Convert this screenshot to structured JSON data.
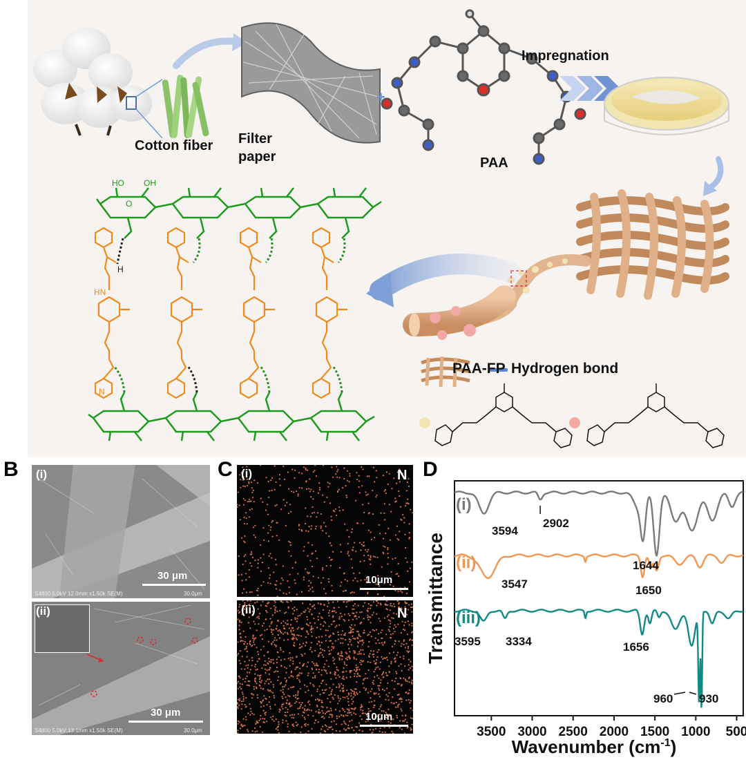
{
  "panelA": {
    "labels": {
      "cotton_fiber": "Cotton fiber",
      "filter_paper_1": "Filter",
      "filter_paper_2": "paper",
      "paa": "PAA",
      "impregnation": "Impregnation",
      "plus": "+"
    },
    "legend": {
      "paa_fp": "PAA-FP",
      "hbond": "Hydrogen bond"
    },
    "colors": {
      "cellulose": "#1e9a1e",
      "paa": "#f08a1c",
      "hbond": "#2a8a2a",
      "fiber": "#e2b08a",
      "arrow": "#8fb0dc"
    },
    "chem_labels": {
      "HO": "HO",
      "OH": "OH",
      "O": "O",
      "H": "H",
      "HN": "HN",
      "N": "N"
    }
  },
  "panelB": {
    "letter": "B",
    "sub_i": "(i)",
    "sub_ii": "(ii)",
    "scale_i": "30 μm",
    "scale_ii": "30 μm",
    "meta_i": "S4800 5.0kV 12.0mm x1.50k SE(M)",
    "meta_ii": "S4800 5.0kV 13.1mm x1.50k SE(M)",
    "meta_scale_i": "30.0μm",
    "meta_scale_ii": "30.0μm"
  },
  "panelC": {
    "letter": "C",
    "sub_i": "(i)",
    "sub_ii": "(ii)",
    "element_i": "N",
    "element_ii": "N",
    "scale_i": "10μm",
    "scale_ii": "10μm",
    "dot_color": "#d9734a"
  },
  "panelD": {
    "letter": "D",
    "ylabel": "Transmittance",
    "xlabel_main": "Wavenumber (cm",
    "xlabel_exp": "-1",
    "xlabel_end": ")",
    "xticks": [
      3500,
      3000,
      2500,
      2000,
      1500,
      1000,
      500
    ],
    "traces": [
      {
        "label": "(i)",
        "color": "#7a7a7a",
        "peaks": [
          {
            "text": "3594",
            "x": 3594
          },
          {
            "text": "2902",
            "x": 2902
          },
          {
            "text": "1644",
            "x": 1644
          }
        ]
      },
      {
        "label": "(ii)",
        "color": "#f29654",
        "peaks": [
          {
            "text": "3547",
            "x": 3547
          },
          {
            "text": "1650",
            "x": 1650
          }
        ]
      },
      {
        "label": "(iii)",
        "color": "#128a86",
        "peaks": [
          {
            "text": "3595",
            "x": 3595
          },
          {
            "text": "3334",
            "x": 3334
          },
          {
            "text": "1656",
            "x": 1656
          },
          {
            "text": "960",
            "x": 960
          },
          {
            "text": "930",
            "x": 930
          }
        ]
      }
    ]
  }
}
